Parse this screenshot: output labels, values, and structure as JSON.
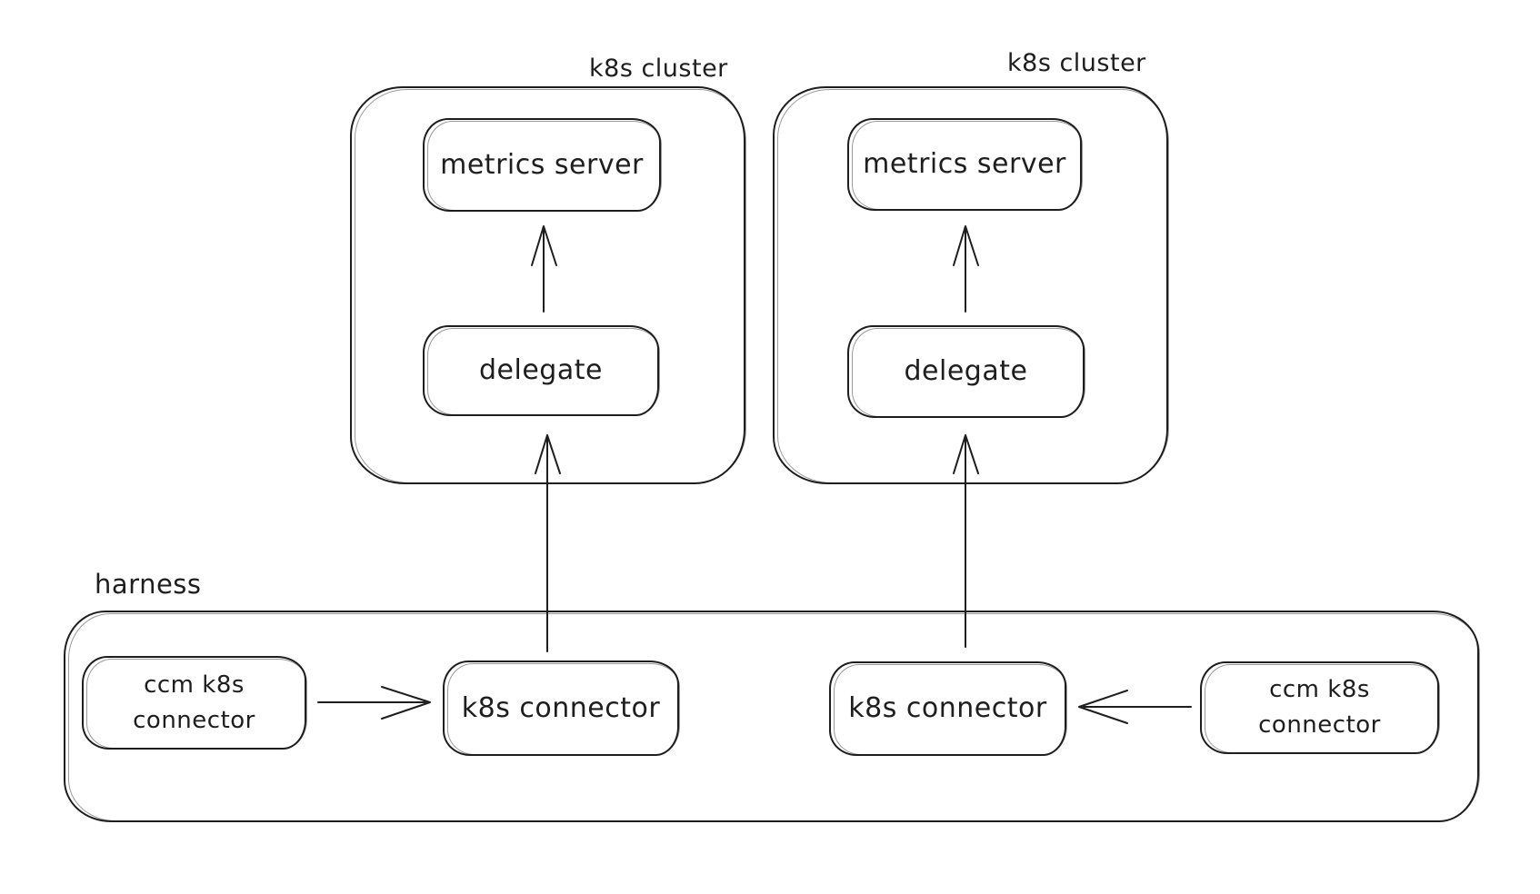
{
  "colors": {
    "stroke": "#1e1e1e",
    "background": "#ffffff"
  },
  "clusters": [
    {
      "label": "k8s cluster",
      "metrics_server": "metrics server",
      "delegate": "delegate"
    },
    {
      "label": "k8s cluster",
      "metrics_server": "metrics server",
      "delegate": "delegate"
    }
  ],
  "harness": {
    "label": "harness",
    "left_ccm_connector": {
      "line1": "ccm k8s",
      "line2": "connector"
    },
    "left_k8s_connector": "k8s connector",
    "right_k8s_connector": "k8s connector",
    "right_ccm_connector": {
      "line1": "ccm k8s",
      "line2": "connector"
    }
  },
  "edges": [
    {
      "from": "delegate (left cluster)",
      "to": "metrics server (left cluster)",
      "direction": "up"
    },
    {
      "from": "delegate (right cluster)",
      "to": "metrics server (right cluster)",
      "direction": "up"
    },
    {
      "from": "k8s connector (harness left)",
      "to": "delegate (left cluster)",
      "direction": "up"
    },
    {
      "from": "k8s connector (harness right)",
      "to": "delegate (right cluster)",
      "direction": "up"
    },
    {
      "from": "ccm k8s connector (harness left)",
      "to": "k8s connector (harness left)",
      "direction": "right"
    },
    {
      "from": "ccm k8s connector (harness right)",
      "to": "k8s connector (harness right)",
      "direction": "left"
    }
  ]
}
